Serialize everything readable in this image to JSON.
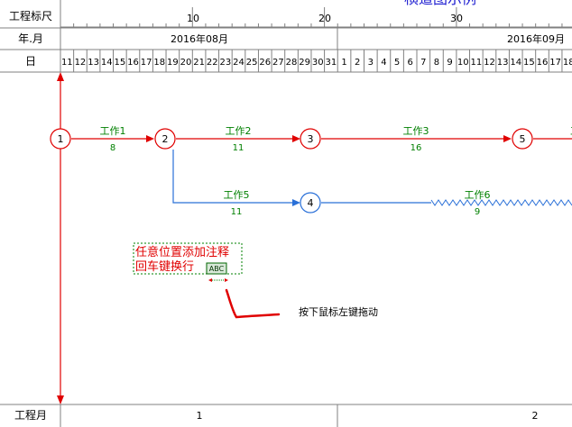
{
  "header": {
    "row_scale_label": "工程标尺",
    "row_month_label": "年.月",
    "row_day_label": "日",
    "scale_ticks": [
      "10",
      "20",
      "30"
    ],
    "month_labels": [
      "2016年08月",
      "2016年09月"
    ],
    "days": [
      "11",
      "12",
      "13",
      "14",
      "15",
      "16",
      "17",
      "18",
      "19",
      "20",
      "21",
      "22",
      "23",
      "24",
      "25",
      "26",
      "27",
      "28",
      "29",
      "30",
      "31",
      "1",
      "2",
      "3",
      "4",
      "5",
      "6",
      "7",
      "8",
      "9",
      "10",
      "11",
      "12",
      "13",
      "14",
      "15",
      "16",
      "17",
      "18"
    ],
    "title_partial": "横道图示例"
  },
  "network": {
    "nodes": [
      "1",
      "2",
      "3",
      "4",
      "5"
    ],
    "tasks": [
      {
        "name": "工作1",
        "duration": "8"
      },
      {
        "name": "工作2",
        "duration": "11"
      },
      {
        "name": "工作3",
        "duration": "16"
      },
      {
        "name": "工作5",
        "duration": "11"
      },
      {
        "name": "工作6",
        "duration": "9"
      }
    ],
    "colors": {
      "critical": "#e00000",
      "normal": "#2060d0",
      "node_fill": "#ffffff",
      "label_green": "#008000",
      "grid": "#808080"
    }
  },
  "annotation": {
    "line1": "任意位置添加注释",
    "line2": "回车键换行",
    "abc_icon_label": "ABC"
  },
  "hint": {
    "text": "按下鼠标左键拖动"
  },
  "footer": {
    "row_label": "工程月",
    "months": [
      "1",
      "2"
    ]
  }
}
